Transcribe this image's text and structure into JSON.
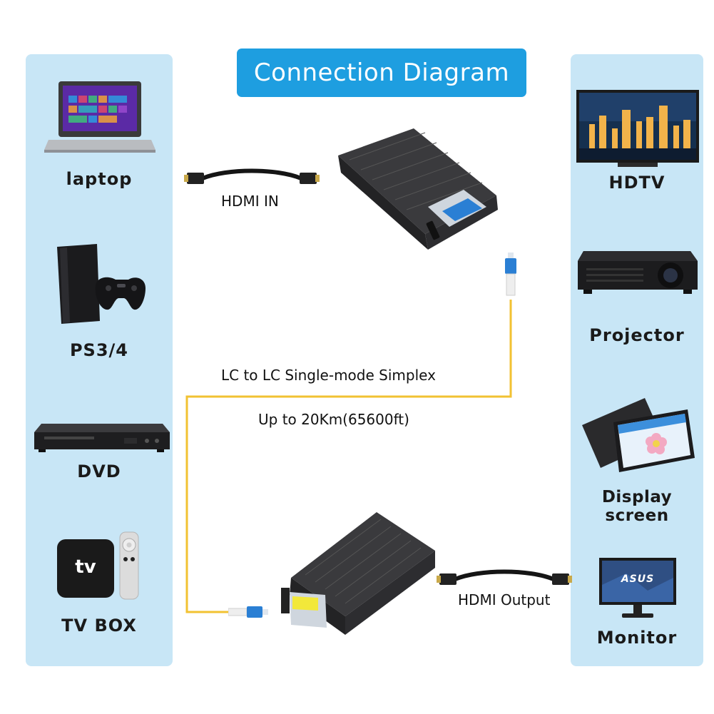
{
  "title": "Connection Diagram",
  "sources": [
    {
      "label": "laptop",
      "icon": "laptop-icon"
    },
    {
      "label": "PS3/4",
      "icon": "game-console-icon"
    },
    {
      "label": "DVD",
      "icon": "dvd-player-icon"
    },
    {
      "label": "TV BOX",
      "icon": "tv-box-icon",
      "logo_text": "tv"
    }
  ],
  "displays": [
    {
      "label": "HDTV",
      "icon": "hdtv-icon"
    },
    {
      "label": "Projector",
      "icon": "projector-icon"
    },
    {
      "label": "Display screen",
      "icon": "tablet-icon"
    },
    {
      "label": "Monitor",
      "icon": "monitor-icon",
      "logo_text": "ASUS"
    }
  ],
  "cables": {
    "hdmi_in": "HDMI IN",
    "hdmi_out": "HDMI Output",
    "fiber_type": "LC to LC Single-mode Simplex",
    "fiber_distance": "Up to 20Km(65600ft)"
  },
  "colors": {
    "panel": "#c8e6f6",
    "title_bg": "#1e9ee0",
    "fiber": "#f2c232",
    "device_body": "#2a2a2a"
  }
}
